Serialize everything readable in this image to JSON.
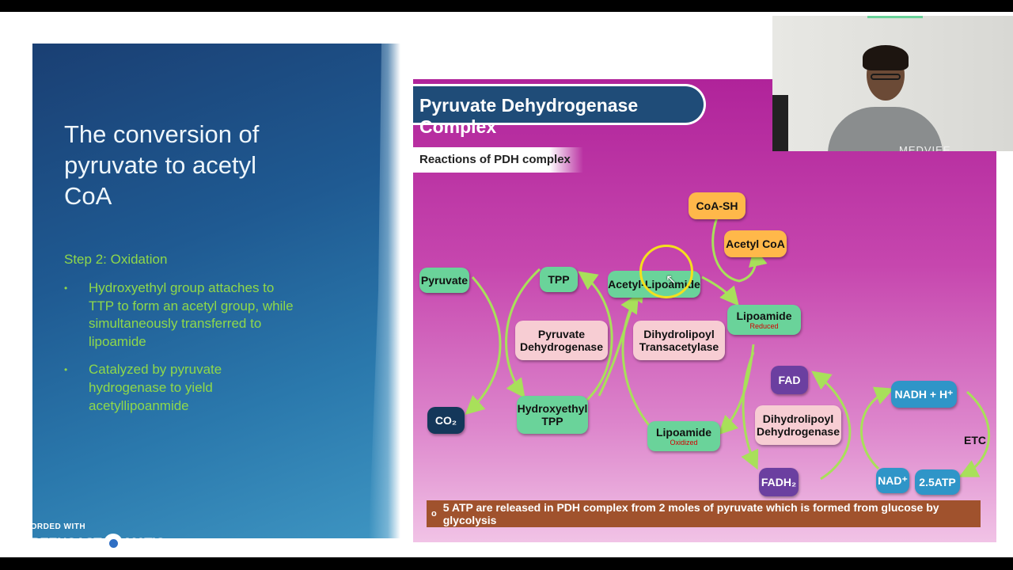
{
  "slide": {
    "title": "The conversion of pyruvate to acetyl CoA",
    "step": "Step 2: Oxidation",
    "bullets": [
      "Hydroxyethyl group attaches to TTP to form an acetyl group, while simultaneously transferred to lipoamide",
      "Catalyzed by pyruvate hydrogenase to yield acetyllipoanmide"
    ],
    "bullet_symbol": "•"
  },
  "diagram": {
    "title": "Pyruvate Dehydrogenase Complex",
    "subtitle": "Reactions of PDH complex",
    "nodes": {
      "pyruvate": "Pyruvate",
      "co2": "CO₂",
      "tpp": "TPP",
      "hydroxyethyl_tpp": "Hydroxyethyl TPP",
      "pyruvate_dehydrogenase": "Pyruvate Dehydrogenase",
      "acetyl_lipoamide": "Acetyl-Lipoamide",
      "dihydrolipoyl_transacetylase": "Dihydrolipoyl Transacetylase",
      "lipoamide_oxidized": "Lipoamide",
      "lipoamide_oxidized_note": "Oxidized",
      "coa_sh": "CoA-SH",
      "acetyl_coa": "Acetyl CoA",
      "lipoamide_reduced": "Lipoamide",
      "lipoamide_reduced_note": "Reduced",
      "fad": "FAD",
      "fadh2": "FADH₂",
      "dihydrolipoyl_dehydrogenase": "Dihydrolipoyl Dehydrogenase",
      "nadh": "NADH + H⁺",
      "nad": "NAD⁺",
      "atp": "2.5ATP",
      "etc": "ETC"
    },
    "footer": "5 ATP are released in PDH complex from 2 moles of pyruvate which is formed from glucose by glycolysis",
    "footer_bullet": "o"
  },
  "webcam": {
    "logo": "MEDVIEE"
  },
  "watermark": {
    "recorded": "RECORDED WITH",
    "brand_left": "SCREENCAST",
    "brand_right": "MATIC"
  },
  "colors": {
    "slide_bg_blue": "#1f5a92",
    "title_text": "#eef6fb",
    "green_text": "#8fd84a",
    "diagram_magenta": "#c646ae",
    "node_green": "#6ad39a",
    "node_pink": "#f7cdd3",
    "node_orange": "#ffb84a",
    "footer_brown": "#a0522d",
    "cursor_ring": "#f4e01d"
  }
}
